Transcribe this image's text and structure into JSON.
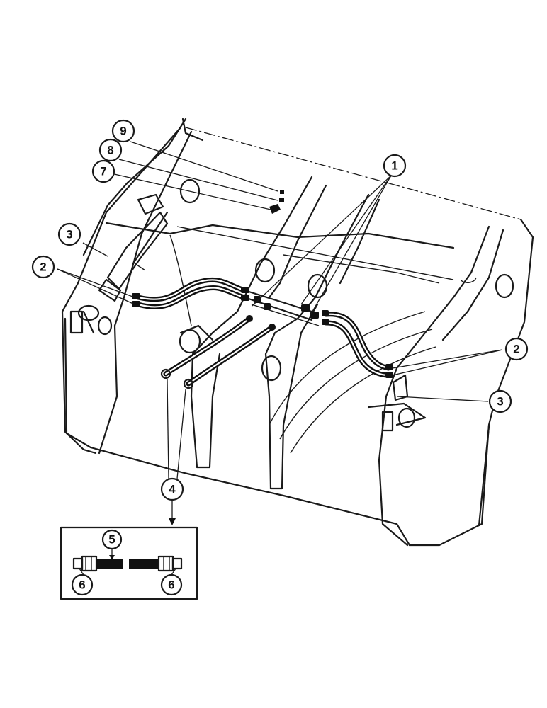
{
  "callouts": {
    "c1": "1",
    "c2a": "2",
    "c2b": "2",
    "c3a": "3",
    "c3b": "3",
    "c4": "4",
    "c5": "5",
    "c6a": "6",
    "c6b": "6",
    "c7": "7",
    "c8": "8",
    "c9": "9"
  }
}
